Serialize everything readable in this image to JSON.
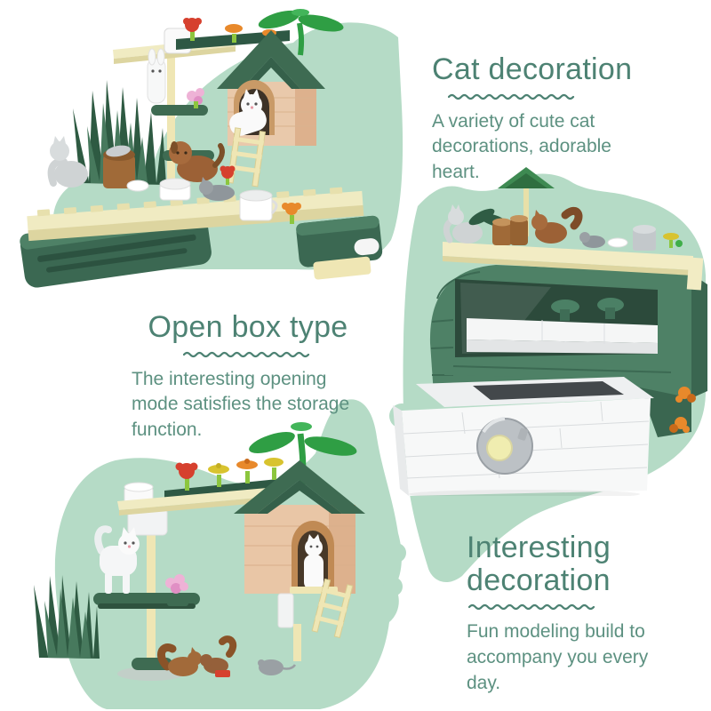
{
  "palette": {
    "mint_blob": "#b5dbc6",
    "title_teal": "#4d8273",
    "body_teal": "#5d9181",
    "underline_teal": "#4d8273",
    "brick_green_dark": "#3e6b52",
    "brick_green": "#4e8166",
    "baseplate_cream": "#f0ebc2",
    "house_tan": "#e9c9ab",
    "drawer_white": "#f7f8f8",
    "knob_grey": "#bcc1c5",
    "knob_center_yellow": "#f0edb0",
    "accent_orange": "#e8892b",
    "accent_red": "#d6402e",
    "accent_pink": "#eeb2d6"
  },
  "sections": [
    {
      "id": "cat-decoration",
      "title": "Cat decoration",
      "body": "A variety of cute cat decorations, adorable heart."
    },
    {
      "id": "open-box-type",
      "title": "Open box type",
      "body": "The interesting opening mode satisfies the storage function."
    },
    {
      "id": "interesting-decoration",
      "title": "Interesting decoration",
      "body": "Fun modeling build to accompany you every day."
    }
  ]
}
